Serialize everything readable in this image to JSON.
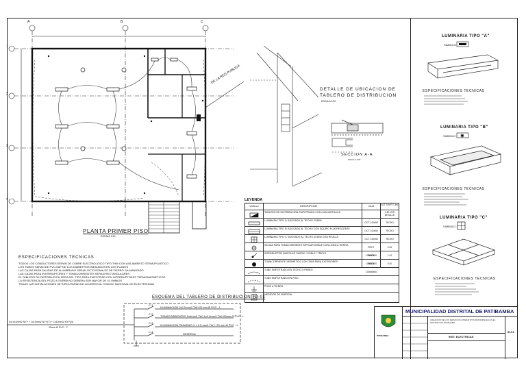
{
  "plan": {
    "title": "PLANTA PRIMER PISO",
    "scale": "ESCALA 1:50",
    "axis_letters": [
      "A",
      "B",
      "C"
    ],
    "axis_numbers": [
      "1",
      "2",
      "3",
      "4"
    ],
    "side_label": "DE LA RED PUBLICA"
  },
  "detail": {
    "title_line1": "DETALLE DE UBICACION DE",
    "title_line2": "TABLERO DE DISTRIBUCION",
    "scale": "ESCALA 1/20",
    "section_title": "SECCION A-A",
    "section_scale": "ESCALA 1/20"
  },
  "legend": {
    "title": "LEYENDA",
    "col_symbol": "SIMBOLO",
    "col_desc": "DESCRIPCION",
    "col_cat": "CAJA",
    "col_height": "ALT. S.N.P.T. (m)",
    "rows": [
      {
        "desc": "TABLERO DE DISTRIBUCION EMPOTRADO CON CAJA METALICA",
        "cat": "",
        "h": "1.80 VER DETALLE"
      },
      {
        "desc": "LUMINARIA TIPO 'A' ADOSADO AL TECHO 2X36W",
        "cat": "OCT. 100x55",
        "h": "TECHO"
      },
      {
        "desc": "LUMINARIA TIPO 'B' ADOSADO AL TECHO CON EQUIPO FLUORESCENTE",
        "cat": "OCT. 100x55",
        "h": "TECHO"
      },
      {
        "desc": "LUMINARIA TIPO 'C' ADOSADO AL TECHO 4X18W CON REJILLA",
        "cat": "OCT. 100x55",
        "h": "TECHO"
      },
      {
        "desc": "SALIDA PARA TOMACORRIENTE BIPOLAR DOBLE CON LINEA A TIERRA",
        "cat": "RECT. 100x55x50",
        "h": "0.40"
      },
      {
        "desc": "INTERRUPTOR UNIPOLAR SIMPLE / DOBLE / TRIPLE",
        "cat": "RECT. 100x55x50",
        "h": "1.40"
      },
      {
        "desc": "TOMACORRIENTE HERMETICO CON TAPA PARA EXTERIORES",
        "cat": "RECT. 100x55x50",
        "h": "0.40"
      },
      {
        "desc": "TUBO EMPOTRADO EN TECHO O PARED",
        "cat": "",
        "h": ""
      },
      {
        "desc": "TUBO EMPOTRADO EN PISO",
        "cat": "",
        "h": ""
      },
      {
        "desc": "POZO A TIERRA",
        "cat": "",
        "h": ""
      },
      {
        "desc": "MEDIDOR DE ENERGIA",
        "cat": "",
        "h": ""
      }
    ]
  },
  "specs": {
    "title": "ESPECIFICACIONES TECNICAS",
    "lines": [
      "TODOS LOS CONDUCTORES SERAN DE COBRE ELECTROLITICO TIPO THW CON AISLAMIENTO TERMOPLASTICO",
      "LOS TUBOS SERAN DE PVC-SAP DE LOS DIAMETROS INDICADOS EN LOS PLANOS",
      "LAS CAJAS PARA SALIDAS DE ALUMBRADO SERAN OCTOGONALES DE FIERRO GALVANIZADO",
      "LAS CAJAS PARA INTERRUPTORES Y TOMACORRIENTES SERAN RECTANGULARES",
      "EL TABLERO DE DISTRIBUCION SERA DEL TIPO PARA EMPOTRAR CON INTERRUPTORES TERMOMAGNETICOS",
      "LA RESISTENCIA DEL POZO A TIERRA NO DEBERA SER MAYOR DE 15 OHMIOS",
      "TODAS LAS INSTALACIONES SE EJECUTARAN DE ACUERDO AL CODIGO NACIONAL DE ELECTRICIDAD"
    ]
  },
  "diagram": {
    "title": "ESQUEMA DEL TABLERO DE DISTRIBUCION TD-01",
    "feeder": "2x1x10mm2 NYY + 1x10mm2 NYY(T) + 1x10mm2 NYY(N)",
    "feeder2": "25mm Ø PVC - P",
    "circuits": [
      {
        "id": "C-1",
        "text": "ILUMINACION 2x2.5 mm2 TW+20 mm Ø PVC - L"
      },
      {
        "id": "C-2",
        "text": "TOMACORRIENTES 2x4mm2 TW+1x2.5mm2 TW+20mm Ø PVC - L"
      },
      {
        "id": "C-3",
        "text": "ILUMINACION PASADIZO 2 x 2.5 mm2 TW + 20 mm Ø PVC - L"
      },
      {
        "id": "C-4",
        "text": "RESERVA"
      }
    ]
  },
  "luminaires": [
    {
      "title": "LUMINARIA TIPO \"A\"",
      "sym_label": "SIMBOLO :"
    },
    {
      "title": "LUMINARIA TIPO \"B\"",
      "sym_label": "SIMBOLO :"
    },
    {
      "title": "LUMINARIA TIPO \"C\"",
      "sym_label": "SIMBOLO :"
    }
  ],
  "lum_specs_title": "ESPECIFICACIONES TECNICAS",
  "titleblock": {
    "org": "MUNICIPALIDAD DISTRITAL DE PATIBAMBA",
    "logo_text": "PATIBAMBA",
    "sheet_label": "IE-01",
    "plan_name": "INST. ELECTRICAS",
    "project": "CREACION DE LOS SERVICIOS OPERATIVOS MUNICIPALES EN EL DISTRITO DE PATIBAMBA"
  }
}
